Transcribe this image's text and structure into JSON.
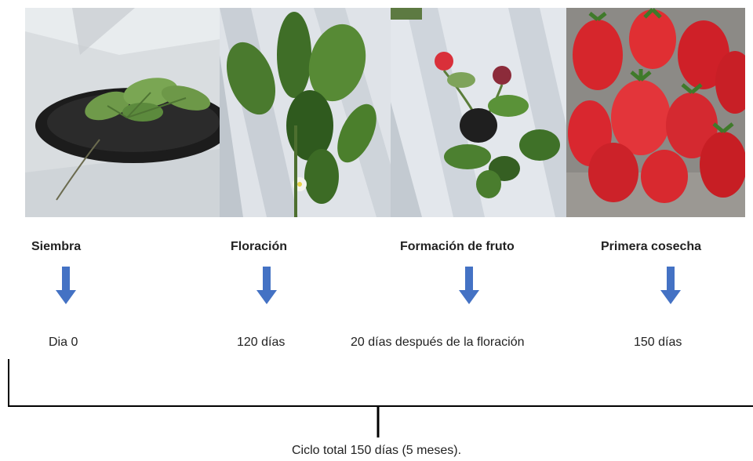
{
  "stages": [
    {
      "label": "Siembra",
      "duration": "Dia 0",
      "image": "strawberry-seedling-photo"
    },
    {
      "label": "Floración",
      "duration": "120 días",
      "image": "flowering-plant-photo"
    },
    {
      "label": "Formación de fruto",
      "duration": "20 días después de la floración",
      "image": "fruit-formation-photo"
    },
    {
      "label": "Primera cosecha",
      "duration": "150 días",
      "image": "harvested-strawberries-photo"
    }
  ],
  "total_cycle": "Ciclo total 150 días (5 meses).",
  "colors": {
    "arrow": "#4472c4",
    "bracket": "#000000"
  },
  "icons": [
    "arrow-down-icon"
  ]
}
